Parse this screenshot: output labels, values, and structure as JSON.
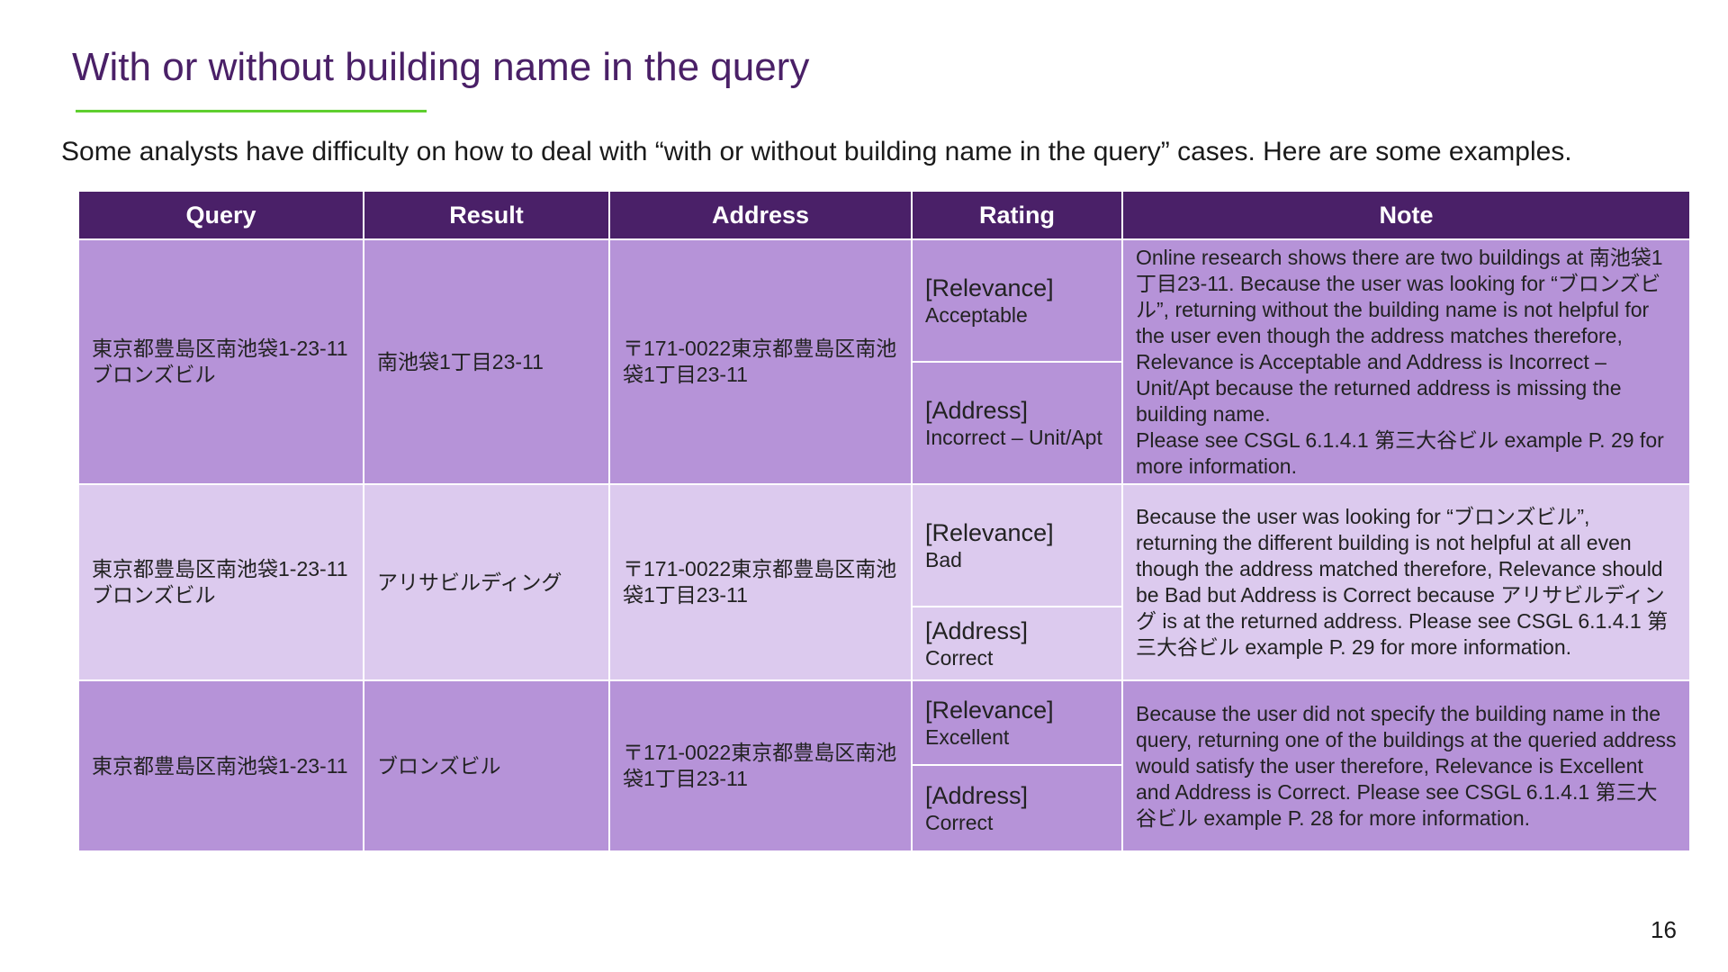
{
  "slide": {
    "title": "With or without building name in the query",
    "intro": "Some analysts have difficulty on how to deal with “with or without building name in the query” cases. Here are some examples.",
    "page_number": "16"
  },
  "table": {
    "headers": {
      "query": "Query",
      "result": "Result",
      "address": "Address",
      "rating": "Rating",
      "note": "Note"
    },
    "rows": [
      {
        "query": "東京都豊島区南池袋1-23-11 ブロンズビル",
        "result": "南池袋1丁目23-11",
        "address": "〒171-0022東京都豊島区南池袋1丁目23-11",
        "relevance_label": "[Relevance]",
        "relevance_value": "Acceptable",
        "address_label": "[Address]",
        "address_value": "Incorrect – Unit/Apt",
        "note": "Online research shows there are two buildings at 南池袋1丁目23-11. Because the user was looking for “ブロンズビル”, returning without the building name is not helpful for the user even though the address matches therefore, Relevance is Acceptable and Address is Incorrect – Unit/Apt because the returned address is missing the building name.\nPlease see CSGL 6.1.4.1 第三大谷ビル example P. 29 for more information."
      },
      {
        "query": "東京都豊島区南池袋1-23-11 ブロンズビル",
        "result": "アリサビルディング",
        "address": "〒171-0022東京都豊島区南池袋1丁目23-11",
        "relevance_label": "[Relevance]",
        "relevance_value": "Bad",
        "address_label": "[Address]",
        "address_value": "Correct",
        "note": "Because the user was looking for “ブロンズビル”, returning the different building is not helpful at all even though the address matched therefore, Relevance should be Bad but Address is Correct because アリサビルディング is at the returned address. Please see CSGL 6.1.4.1 第三大谷ビル example P. 29 for more information."
      },
      {
        "query": "東京都豊島区南池袋1-23-11",
        "result": "ブロンズビル",
        "address": "〒171-0022東京都豊島区南池袋1丁目23-11",
        "relevance_label": "[Relevance]",
        "relevance_value": "Excellent",
        "address_label": "[Address]",
        "address_value": "Correct",
        "note": "Because the user did not specify the building name in the query, returning one of the buildings at the queried address would satisfy the user therefore, Relevance is Excellent and Address is Correct. Please see CSGL 6.1.4.1 第三大谷ビル example P. 28 for more information."
      }
    ]
  },
  "colors": {
    "title": "#4a2067",
    "accent_rule": "#5fcf2f",
    "header_bg": "#4a2068",
    "row_dark": "#b693d8",
    "row_light": "#dccaee"
  }
}
